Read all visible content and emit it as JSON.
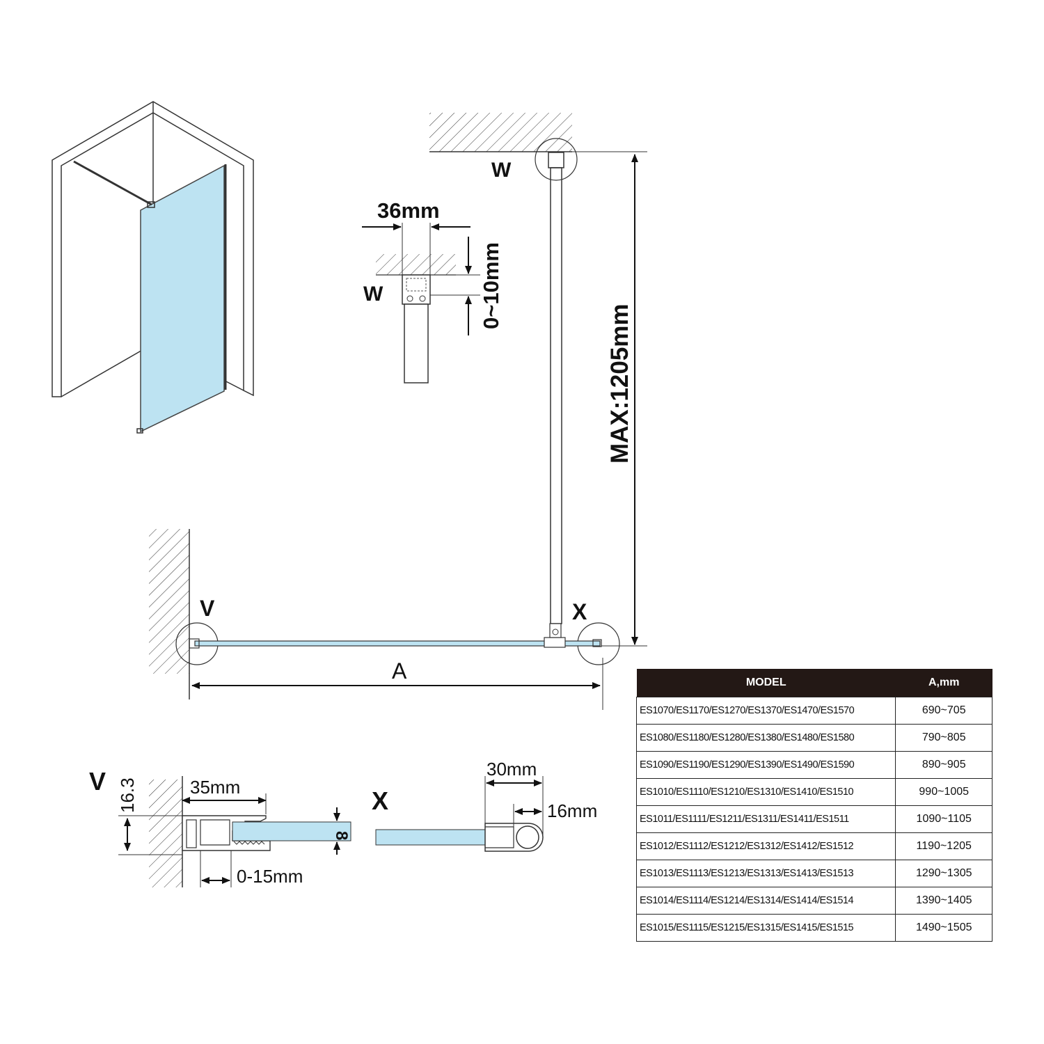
{
  "labels": {
    "w_top": "W",
    "w_detail": "W",
    "v_main": "V",
    "x_main": "X",
    "v_detail": "V",
    "x_detail": "X",
    "width_a": "A",
    "max_height": "MAX:1205mm",
    "dim_36": "36mm",
    "dim_0_10": "0~10mm",
    "dim_35": "35mm",
    "dim_16_3": "16.3",
    "dim_8": "8",
    "dim_0_15": "0-15mm",
    "dim_30": "30mm",
    "dim_16": "16mm"
  },
  "colors": {
    "glass": "#bde3f2",
    "line": "#231815",
    "table_header_bg": "#231815"
  },
  "table": {
    "headers": [
      "MODEL",
      "A,mm"
    ],
    "rows": [
      {
        "model": "ES1070/ES1170/ES1270/ES1370/ES1470/ES1570",
        "range": "690~705"
      },
      {
        "model": "ES1080/ES1180/ES1280/ES1380/ES1480/ES1580",
        "range": "790~805"
      },
      {
        "model": "ES1090/ES1190/ES1290/ES1390/ES1490/ES1590",
        "range": "890~905"
      },
      {
        "model": "ES1010/ES1110/ES1210/ES1310/ES1410/ES1510",
        "range": "990~1005"
      },
      {
        "model": "ES1011/ES1111/ES1211/ES1311/ES1411/ES1511",
        "range": "1090~1105"
      },
      {
        "model": "ES1012/ES1112/ES1212/ES1312/ES1412/ES1512",
        "range": "1190~1205"
      },
      {
        "model": "ES1013/ES1113/ES1213/ES1313/ES1413/ES1513",
        "range": "1290~1305"
      },
      {
        "model": "ES1014/ES1114/ES1214/ES1314/ES1414/ES1514",
        "range": "1390~1405"
      },
      {
        "model": "ES1015/ES1115/ES1215/ES1315/ES1415/ES1515",
        "range": "1490~1505"
      }
    ]
  }
}
